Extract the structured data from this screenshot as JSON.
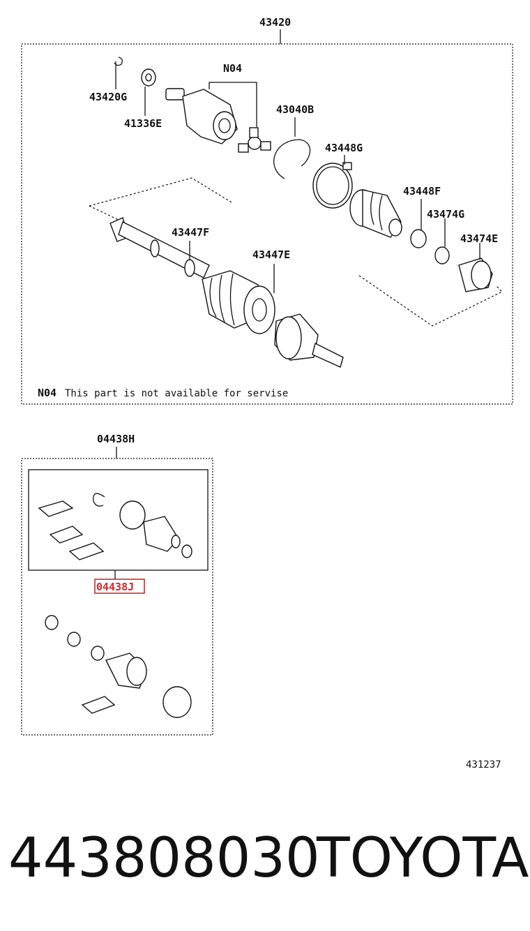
{
  "top_assembly": {
    "title": "43420",
    "labels": {
      "p43420g": "43420G",
      "p41336e": "41336E",
      "n04": "N04",
      "p43040b": "43040B",
      "p43448g": "43448G",
      "p43448f": "43448F",
      "p43474g": "43474G",
      "p43474e": "43474E",
      "p43447f": "43447F",
      "p43447e": "43447E"
    },
    "note_code": "N04",
    "note_text": "This part is not available for servise"
  },
  "kit_assembly": {
    "title": "04438H",
    "sub_kit_label": "04438J"
  },
  "diagram_code": "431237",
  "footer": {
    "part_number": "443808030",
    "brand": "TOYOTA"
  },
  "colors": {
    "highlight": "#d62828",
    "line": "#111111"
  }
}
